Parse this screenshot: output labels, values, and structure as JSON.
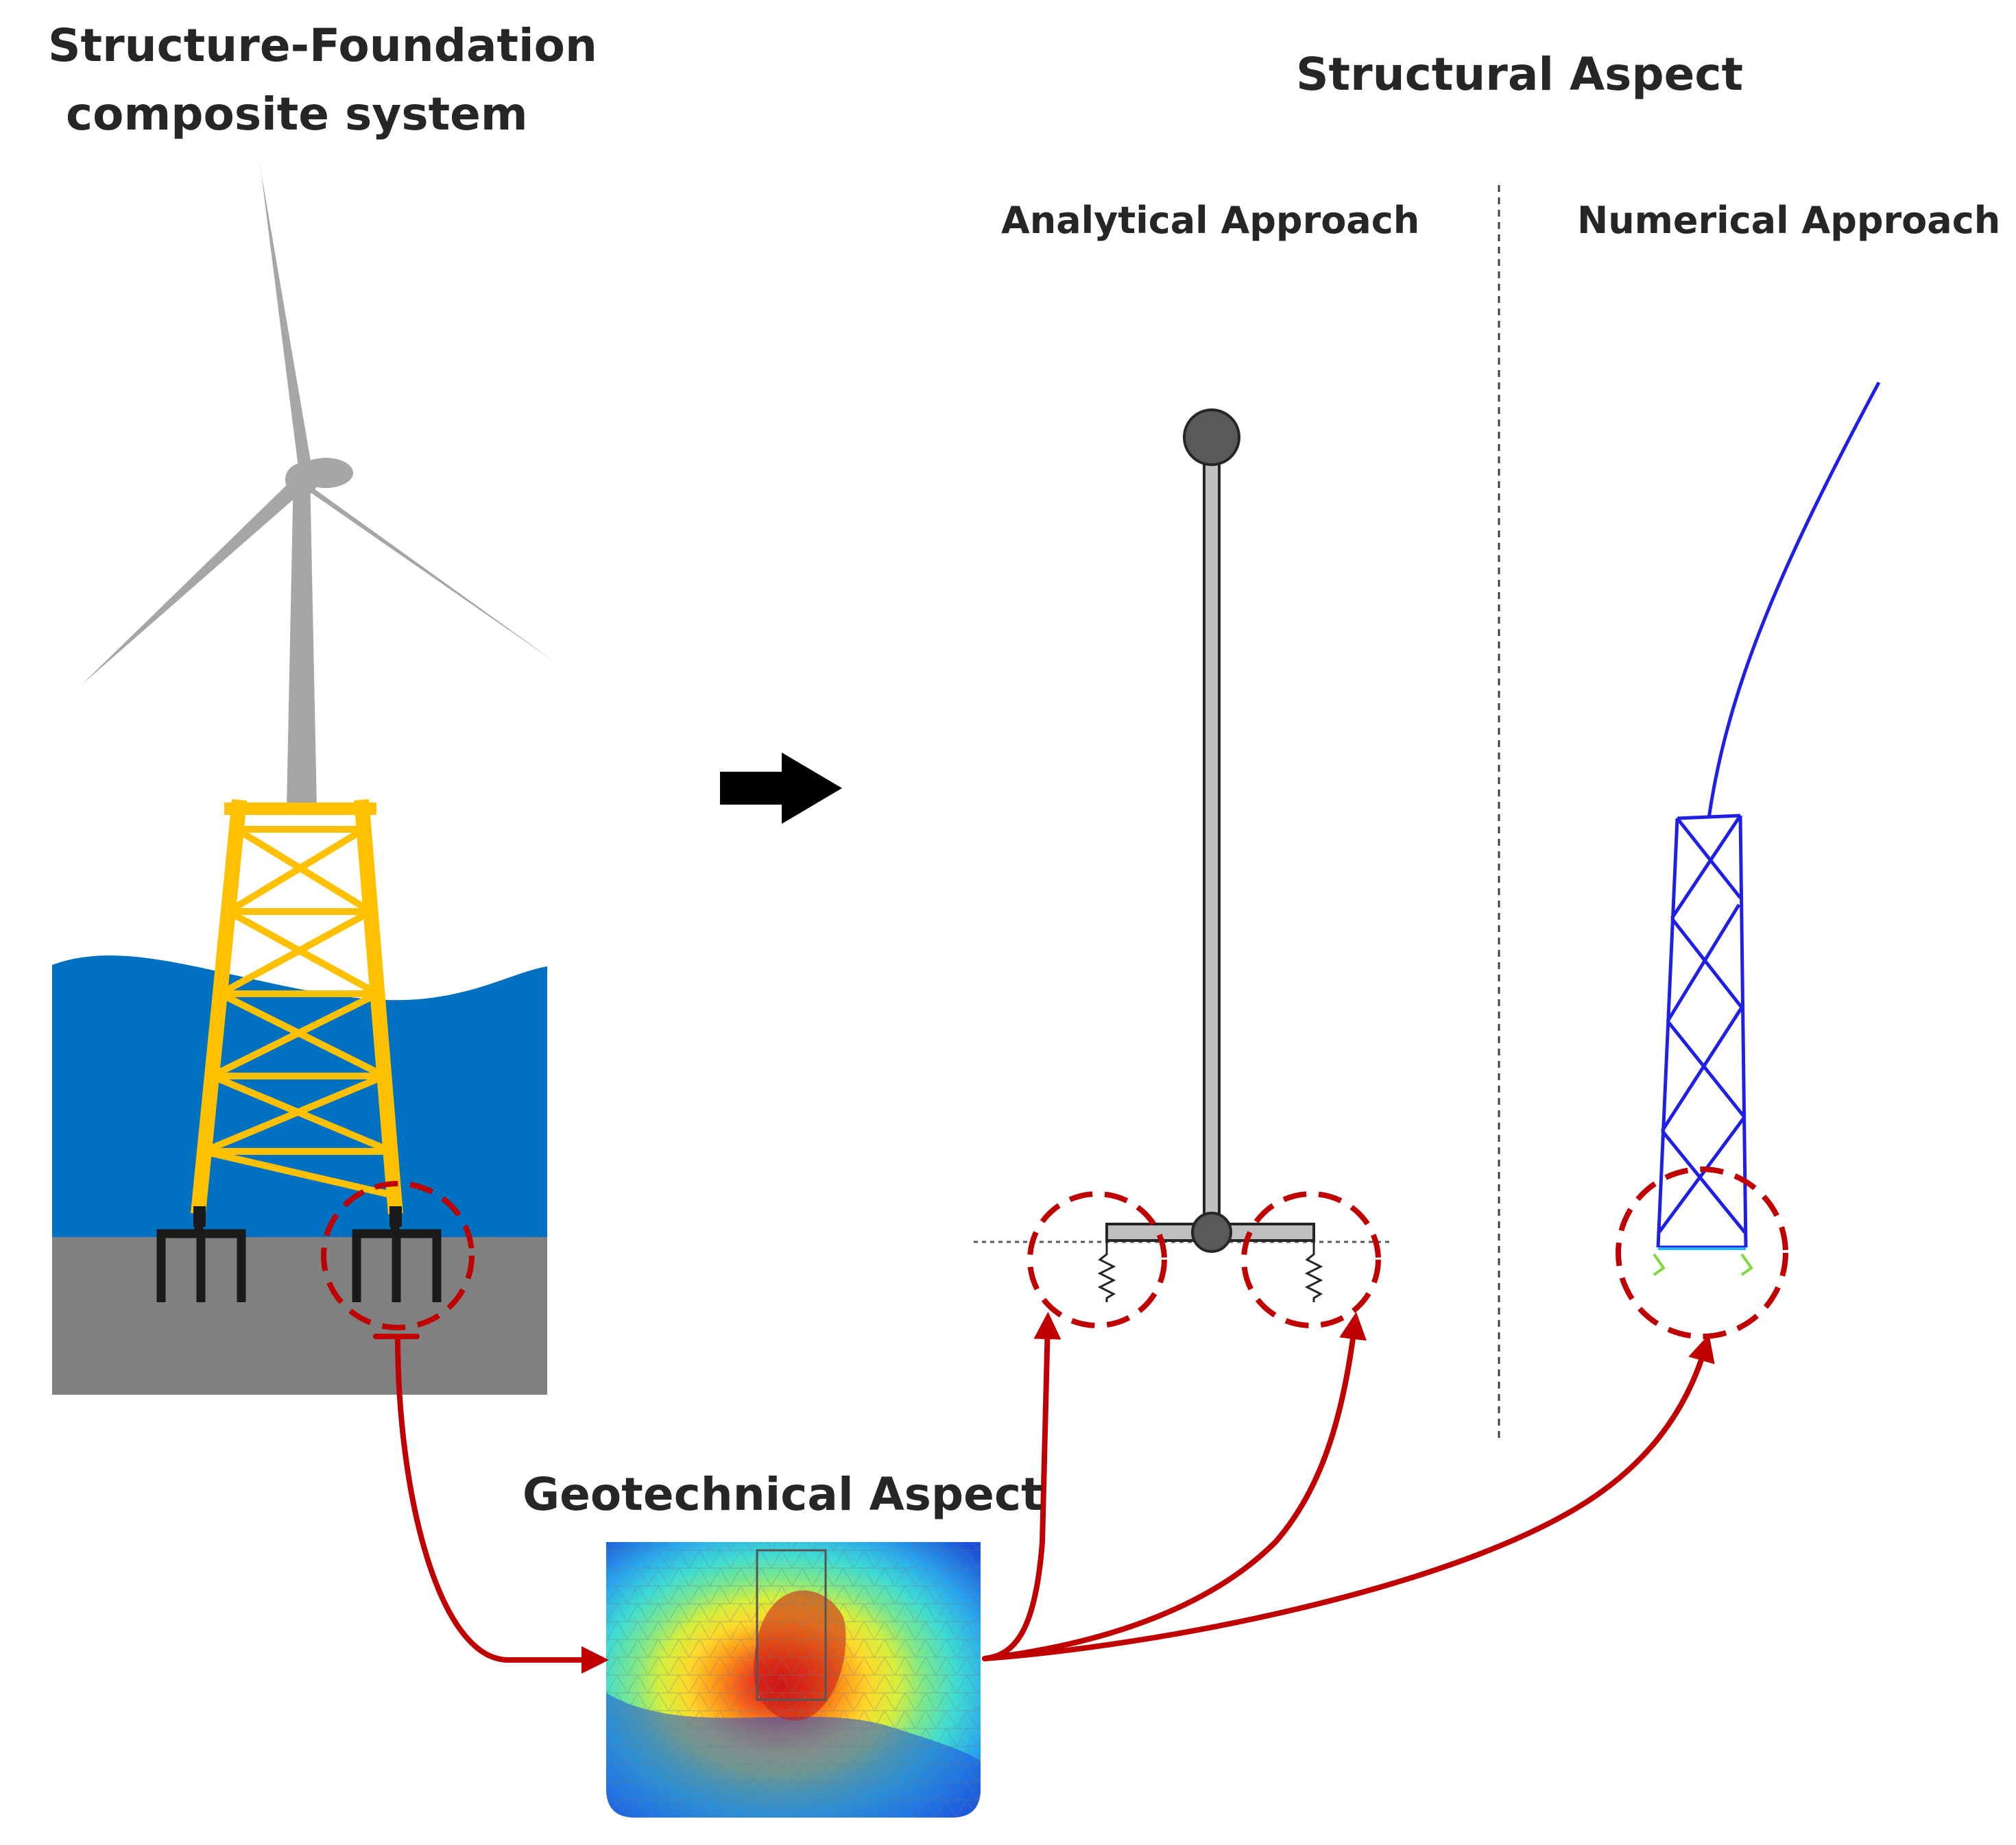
{
  "labels": {
    "system_line1": "Structure-Foundation",
    "system_line2": "composite system",
    "structural": "Structural Aspect",
    "analytical": "Analytical Approach",
    "numerical": "Numerical Approach",
    "geotechnical": "Geotechnical Aspect"
  },
  "colors": {
    "turbine": "#a6a6a6",
    "jacket": "#ffc000",
    "sea": "#0070c0",
    "seabed": "#808080",
    "pile": "#1a1a1a",
    "arrow_red": "#c00000",
    "beam_grey": "#bfbfbf",
    "node_dark": "#595959",
    "fe_blue": "#1f1fe6"
  }
}
